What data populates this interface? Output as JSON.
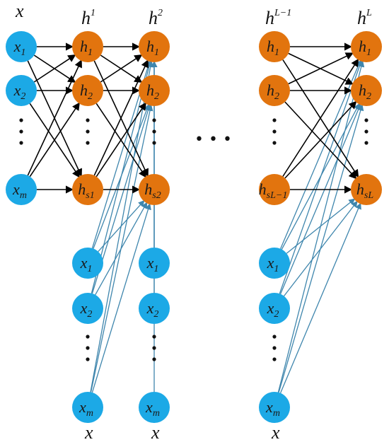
{
  "colors": {
    "input_node": "#1ca9e6",
    "hidden_node": "#e2740e",
    "forward_edge": "#000000",
    "skip_edge": "#3f86ad"
  },
  "headers": {
    "x": "x",
    "h1_base": "h",
    "h1_sup": "1",
    "h2_base": "h",
    "h2_sup": "2",
    "hL1_base": "h",
    "hL1_sup": "L−1",
    "hL_base": "h",
    "hL_sup": "L",
    "x_col1": "x",
    "x_col2": "x",
    "x_col3": "x"
  },
  "ellipsis": "• • •",
  "labels": {
    "x_base": "x",
    "h_base": "h",
    "sub_1": "1",
    "sub_2": "2",
    "sub_m": "m",
    "sub_s1": "s1",
    "sub_s2": "s2",
    "sub_sL1": "sL−1",
    "sub_sL": "sL"
  },
  "columns": [
    {
      "id": "input",
      "kind": "input",
      "nodes": [
        "1",
        "2",
        "m"
      ]
    },
    {
      "id": "h1",
      "kind": "hidden",
      "nodes": [
        "1",
        "2",
        "s1"
      ]
    },
    {
      "id": "h2",
      "kind": "hidden",
      "nodes": [
        "1",
        "2",
        "s2"
      ]
    },
    {
      "id": "x1",
      "kind": "input",
      "nodes": [
        "1",
        "2",
        "m"
      ]
    },
    {
      "id": "x2",
      "kind": "input",
      "nodes": [
        "1",
        "2",
        "m"
      ]
    },
    {
      "id": "hL1",
      "kind": "hidden",
      "nodes": [
        "1",
        "2",
        "sL−1"
      ]
    },
    {
      "id": "hL",
      "kind": "hidden",
      "nodes": [
        "1",
        "2",
        "sL"
      ]
    },
    {
      "id": "x3",
      "kind": "input",
      "nodes": [
        "1",
        "2",
        "m"
      ]
    }
  ]
}
